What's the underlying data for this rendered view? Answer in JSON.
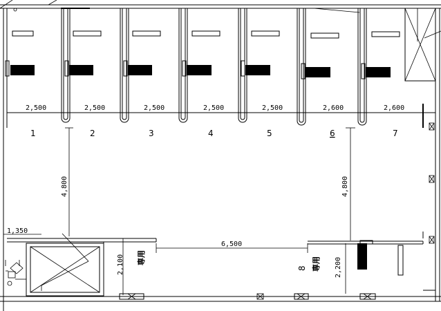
{
  "drawing": {
    "bay_widths": [
      "2,500",
      "2,500",
      "2,500",
      "2,500",
      "2,500",
      "2,600",
      "2,600"
    ],
    "bay_numbers": [
      "1",
      "2",
      "3",
      "4",
      "5",
      "6",
      "7"
    ],
    "aisle_depth_left": "4,800",
    "aisle_depth_right": "4,800",
    "entrance_offset": "1,350",
    "aisle_width": "6,500",
    "exclusive_depth": "2,100",
    "exclusive_label": "専用",
    "space8_depth": "2,200",
    "space8_number": "8",
    "space8_label": "専用"
  }
}
